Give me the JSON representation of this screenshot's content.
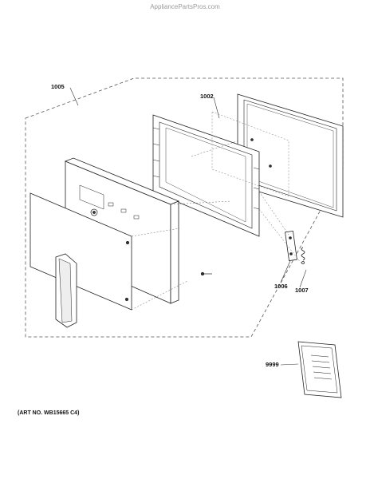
{
  "watermark": "AppliancePartsPros.com",
  "callouts": {
    "door_assembly": "1005",
    "window_glass": "1002",
    "hinge": "1006",
    "spring": "1007",
    "manual": "9999"
  },
  "art_number": "(ART NO. WB15665 C4)",
  "icons": [
    "door-panel",
    "door-handle",
    "screw",
    "hinge",
    "spring",
    "choke-frame",
    "window-glass",
    "manual-booklet"
  ]
}
